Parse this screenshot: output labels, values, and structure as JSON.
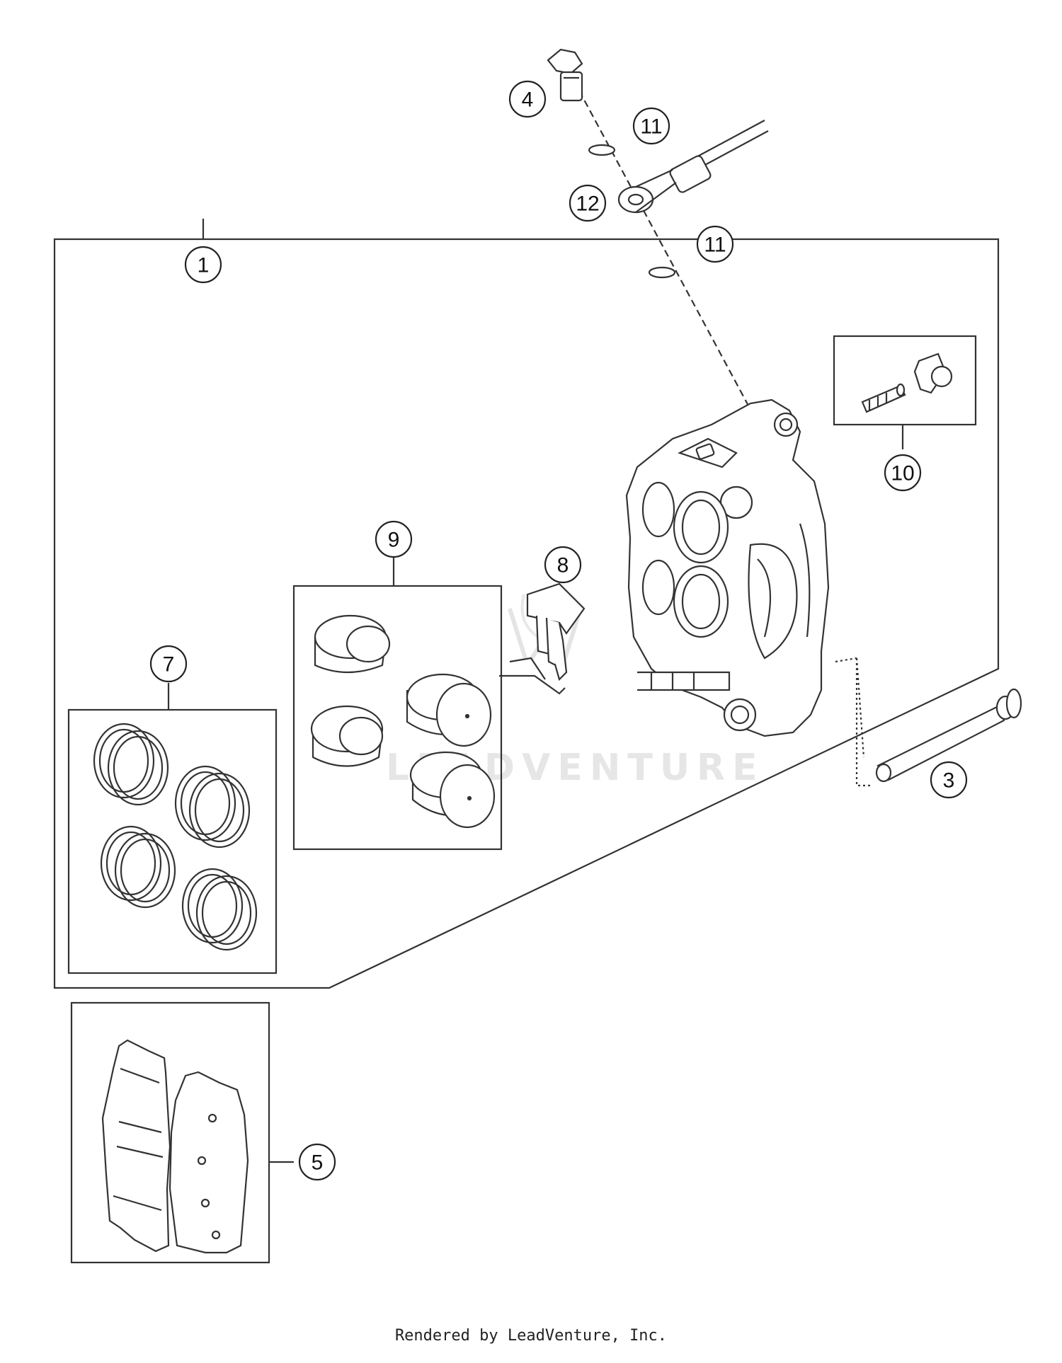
{
  "callouts": {
    "c1": "1",
    "c3": "3",
    "c4": "4",
    "c5": "5",
    "c7": "7",
    "c8": "8",
    "c9": "9",
    "c10": "10",
    "c11a": "11",
    "c11b": "11",
    "c12": "12"
  },
  "watermark": "LEADVENTURE",
  "footer": "Rendered by LeadVenture, Inc.",
  "colors": {
    "line": "#333333",
    "part_fill": "#ffffff",
    "watermark": "#e6e6e6"
  }
}
